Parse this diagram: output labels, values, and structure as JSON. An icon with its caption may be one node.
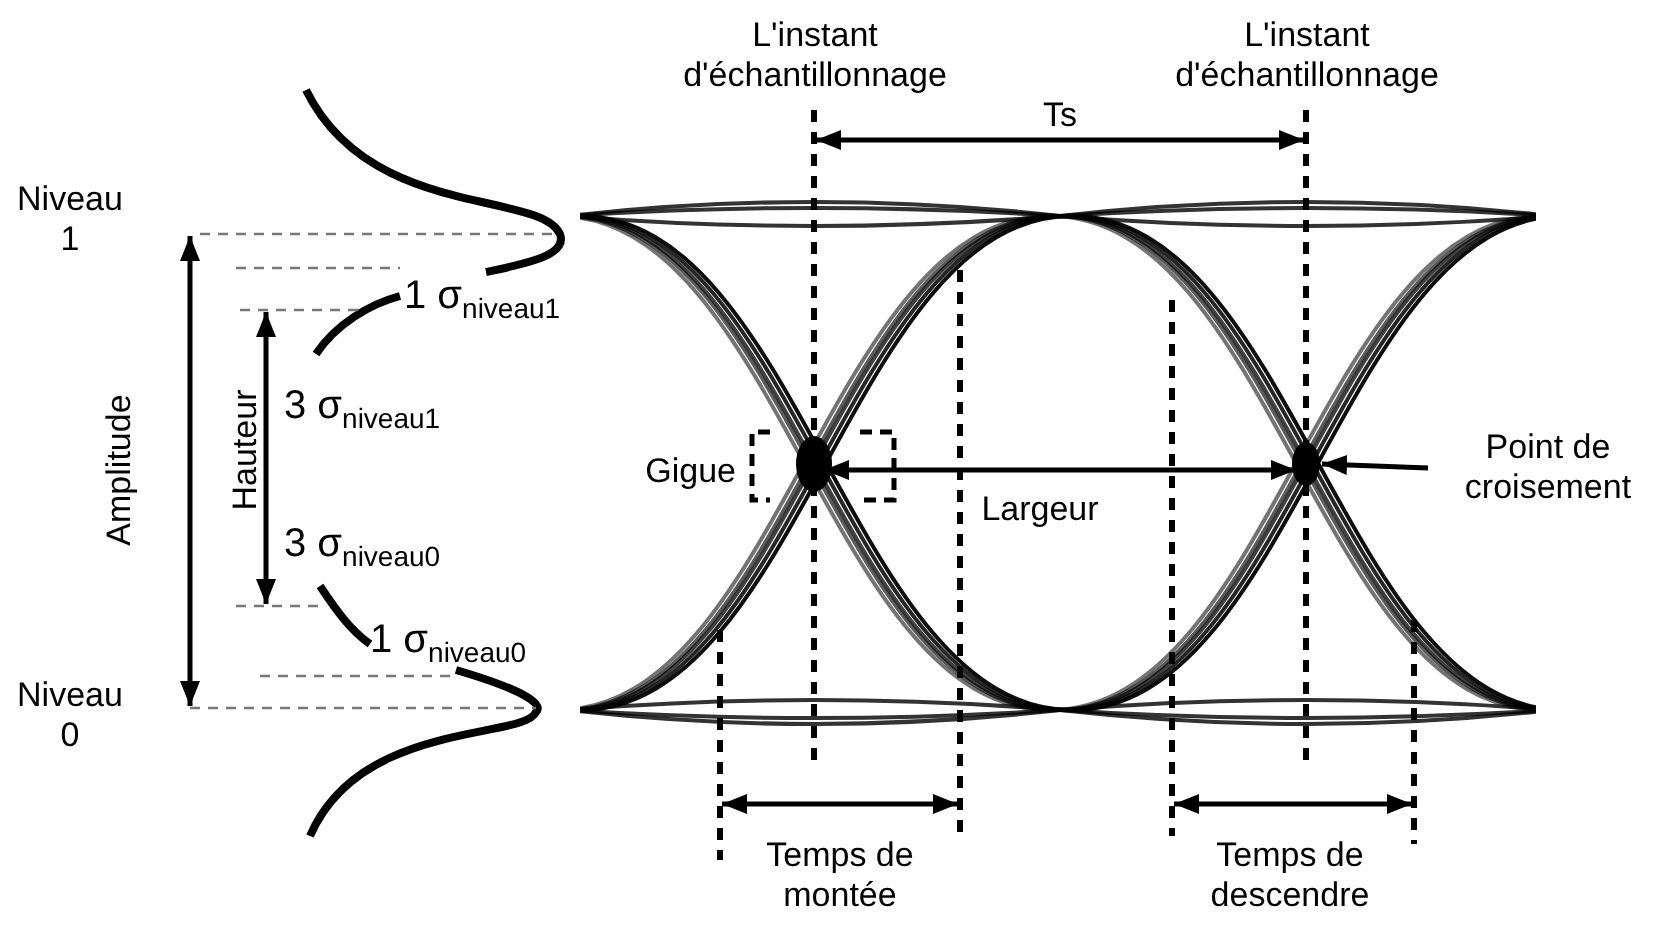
{
  "diagram": {
    "nodes": [
      {
        "text": [
          "Point de croisement"
        ]
      },
      {
        "text": [],
        "shape": "circle"
      }
    ],
    "edges": [
      {
        "from": 0,
        "to": 1,
        "arrow": "to"
      }
    ],
    "labels": [
      "L'instant d'échantillonnage",
      "L'instant d'échantillonnage",
      "Ts",
      "Niveau 1",
      "1 σ$_{niveau1}$",
      "Amplitude",
      "Hauteur",
      "3 σ$_{niveau1}$",
      "Gigue",
      "Largeur",
      "3 σ$_{niveau0}$",
      "1 σ$_{niveau0}$",
      "Niveau 0",
      "Temps de montée",
      "Temps de descendre"
    ]
  }
}
